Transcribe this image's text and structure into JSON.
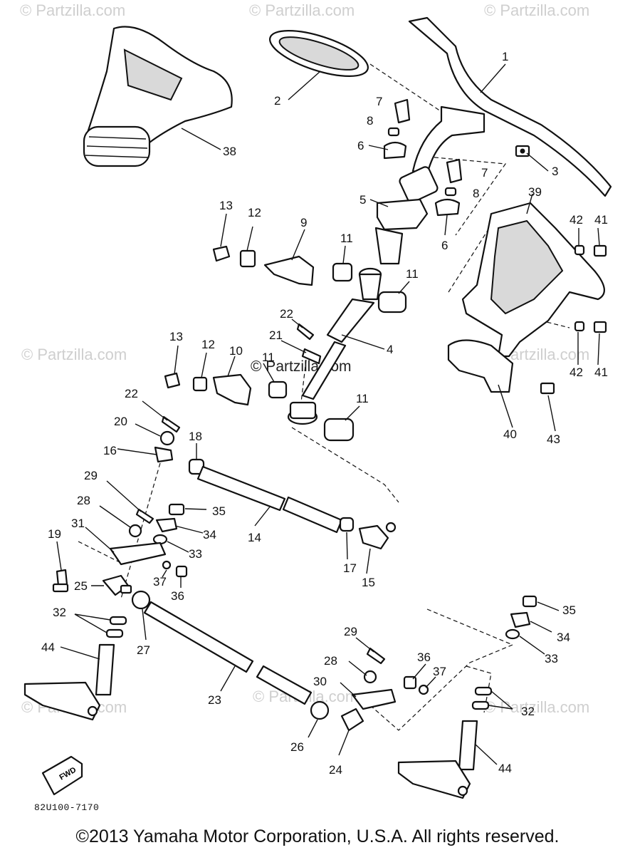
{
  "watermark_text": "© Partzilla.com",
  "center_watermark_text": "© Partzilla.com",
  "drawing_code": "82U100-7170",
  "fwd_label": "FWD",
  "copyright": "©2013 Yamaha Motor Corporation, U.S.A. All rights reserved.",
  "callouts": [
    {
      "id": "c1",
      "text": "1"
    },
    {
      "id": "c2",
      "text": "2"
    },
    {
      "id": "c3",
      "text": "3"
    },
    {
      "id": "c4",
      "text": "4"
    },
    {
      "id": "c5",
      "text": "5"
    },
    {
      "id": "c6a",
      "text": "6"
    },
    {
      "id": "c6b",
      "text": "6"
    },
    {
      "id": "c7a",
      "text": "7"
    },
    {
      "id": "c7b",
      "text": "7"
    },
    {
      "id": "c8a",
      "text": "8"
    },
    {
      "id": "c8b",
      "text": "8"
    },
    {
      "id": "c9",
      "text": "9"
    },
    {
      "id": "c10",
      "text": "10"
    },
    {
      "id": "c11a",
      "text": "11"
    },
    {
      "id": "c11b",
      "text": "11"
    },
    {
      "id": "c11c",
      "text": "11"
    },
    {
      "id": "c11d",
      "text": "11"
    },
    {
      "id": "c12a",
      "text": "12"
    },
    {
      "id": "c12b",
      "text": "12"
    },
    {
      "id": "c13a",
      "text": "13"
    },
    {
      "id": "c13b",
      "text": "13"
    },
    {
      "id": "c14",
      "text": "14"
    },
    {
      "id": "c15",
      "text": "15"
    },
    {
      "id": "c16",
      "text": "16"
    },
    {
      "id": "c17",
      "text": "17"
    },
    {
      "id": "c18",
      "text": "18"
    },
    {
      "id": "c19",
      "text": "19"
    },
    {
      "id": "c20",
      "text": "20"
    },
    {
      "id": "c21",
      "text": "21"
    },
    {
      "id": "c22a",
      "text": "22"
    },
    {
      "id": "c22b",
      "text": "22"
    },
    {
      "id": "c23",
      "text": "23"
    },
    {
      "id": "c24",
      "text": "24"
    },
    {
      "id": "c25",
      "text": "25"
    },
    {
      "id": "c26",
      "text": "26"
    },
    {
      "id": "c27",
      "text": "27"
    },
    {
      "id": "c28a",
      "text": "28"
    },
    {
      "id": "c28b",
      "text": "28"
    },
    {
      "id": "c29a",
      "text": "29"
    },
    {
      "id": "c29b",
      "text": "29"
    },
    {
      "id": "c30",
      "text": "30"
    },
    {
      "id": "c31",
      "text": "31"
    },
    {
      "id": "c32a",
      "text": "32"
    },
    {
      "id": "c32b",
      "text": "32"
    },
    {
      "id": "c33a",
      "text": "33"
    },
    {
      "id": "c33b",
      "text": "33"
    },
    {
      "id": "c34a",
      "text": "34"
    },
    {
      "id": "c34b",
      "text": "34"
    },
    {
      "id": "c35a",
      "text": "35"
    },
    {
      "id": "c35b",
      "text": "35"
    },
    {
      "id": "c36a",
      "text": "36"
    },
    {
      "id": "c36b",
      "text": "36"
    },
    {
      "id": "c37a",
      "text": "37"
    },
    {
      "id": "c37b",
      "text": "37"
    },
    {
      "id": "c38",
      "text": "38"
    },
    {
      "id": "c39",
      "text": "39"
    },
    {
      "id": "c40",
      "text": "40"
    },
    {
      "id": "c41a",
      "text": "41"
    },
    {
      "id": "c41b",
      "text": "41"
    },
    {
      "id": "c42a",
      "text": "42"
    },
    {
      "id": "c42b",
      "text": "42"
    },
    {
      "id": "c43",
      "text": "43"
    },
    {
      "id": "c44a",
      "text": "44"
    },
    {
      "id": "c44b",
      "text": "44"
    }
  ]
}
